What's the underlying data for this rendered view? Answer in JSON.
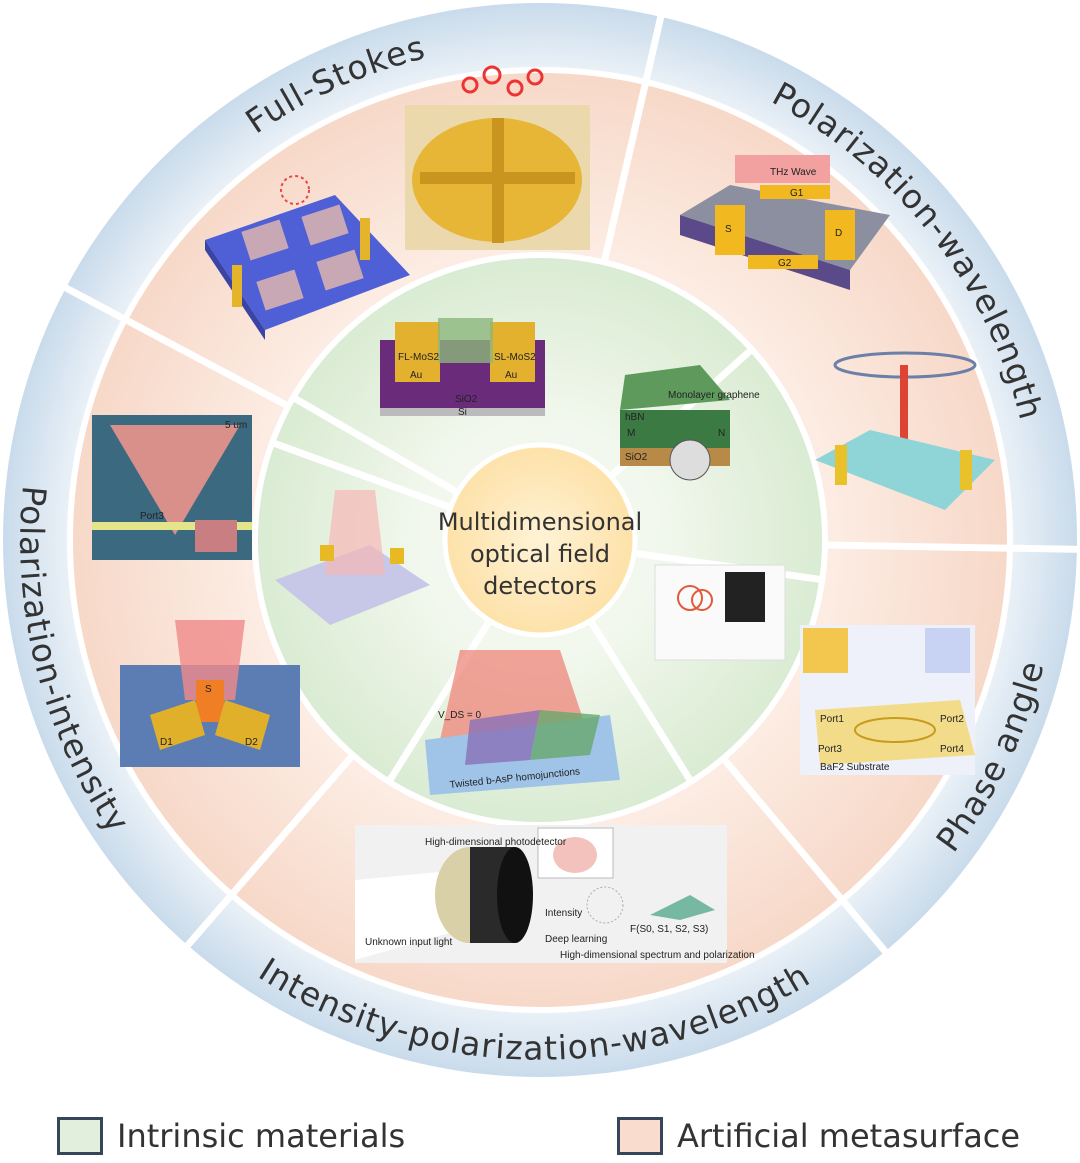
{
  "center": {
    "lines": [
      "Multidimensional",
      "optical field",
      "detectors"
    ]
  },
  "segments": [
    {
      "label": "Full-Stokes"
    },
    {
      "label": "Polarization-wavelength"
    },
    {
      "label": "Phase angle"
    },
    {
      "label": "Intensity-polarization-wavelength"
    },
    {
      "label": "Polarization-intensity"
    }
  ],
  "panels": {
    "mos2": {
      "labels": [
        "FL-MoS2",
        "SL-MoS2",
        "Au",
        "Au",
        "SiO2",
        "Si"
      ]
    },
    "graphene": {
      "labels": [
        "Monolayer graphene",
        "hBN",
        "M",
        "N",
        "SiO2"
      ]
    },
    "thz": {
      "labels": [
        "THz Wave",
        "G1",
        "G2",
        "S",
        "D"
      ]
    },
    "triangle": {
      "labels": [
        "Port3",
        "5 um"
      ]
    },
    "fet": {
      "labels": [
        "S",
        "D1",
        "D2"
      ]
    },
    "bap": {
      "labels": [
        "Twisted b-AsP homojunctions",
        "V_DS = 0"
      ]
    },
    "phase": {
      "labels": [
        "Port1",
        "Port2",
        "Port3",
        "Port4",
        "BaF2 Substrate"
      ]
    },
    "hd": {
      "labels": [
        "High-dimensional photodetector",
        "Unknown input light",
        "Intensity",
        "Deep learning",
        "High-dimensional spectrum and polarization",
        "F(S0, S1, S2, S3)"
      ]
    }
  },
  "legend": [
    {
      "label": "Intrinsic materials",
      "color": "#e2efdc"
    },
    {
      "label": "Artificial metasurface",
      "color": "#f9dccd"
    }
  ],
  "colors": {
    "ring": "#d6e4f0",
    "pink": "#f9e0d3",
    "green": "#e0eedb",
    "core": "#fde6b4"
  }
}
